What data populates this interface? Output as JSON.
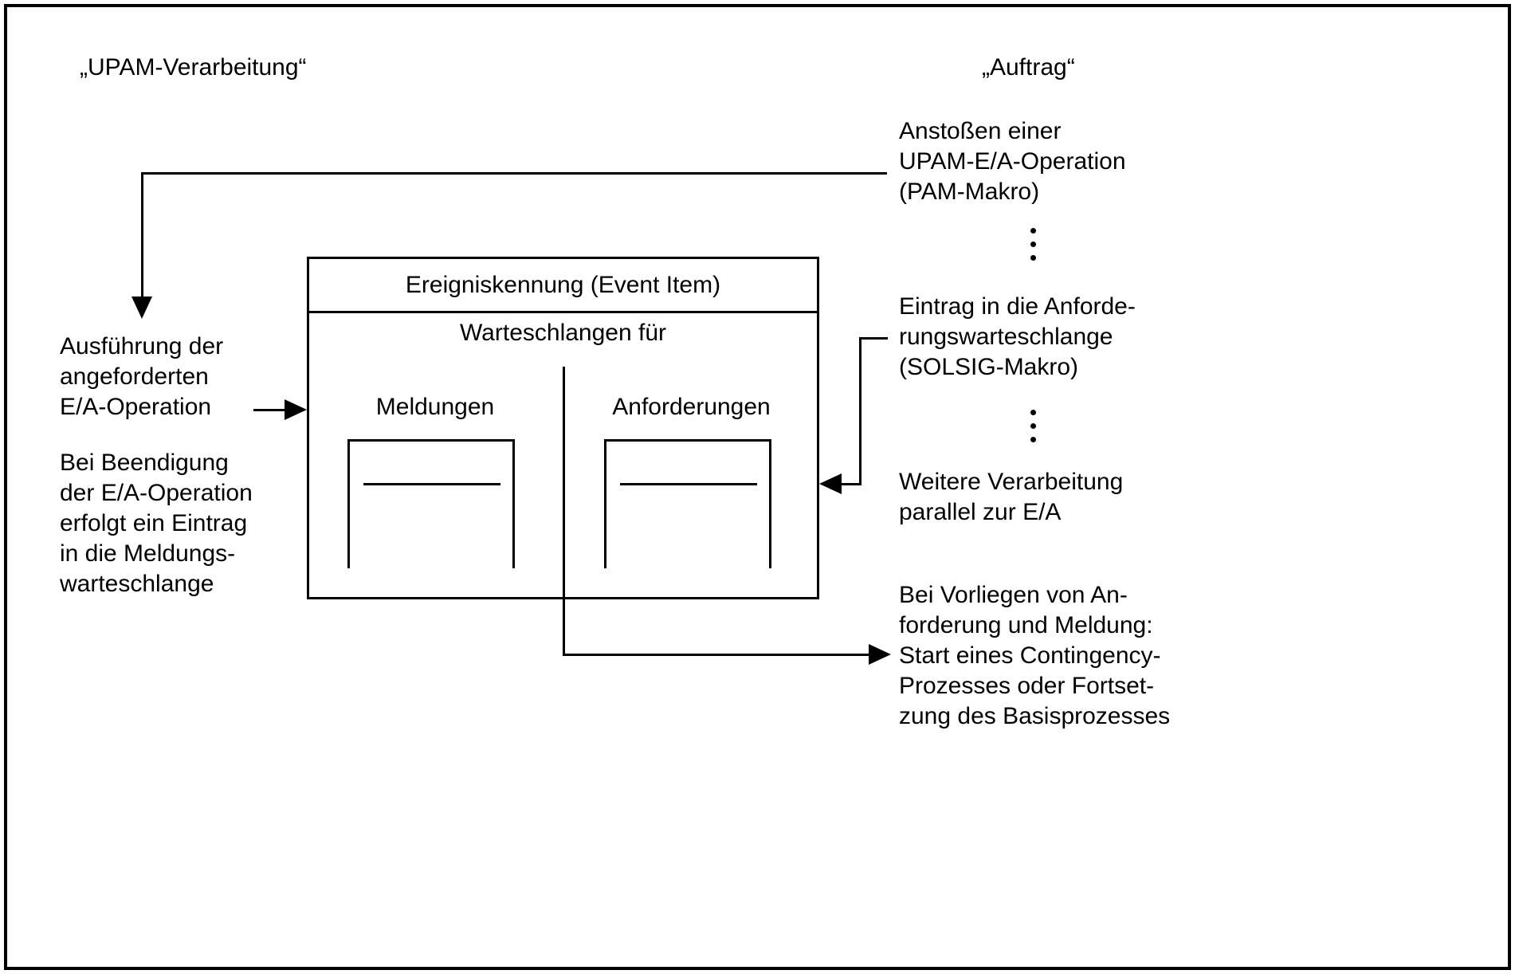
{
  "diagram": {
    "title_left": "„UPAM-Verarbeitung“",
    "title_right": "„Auftrag“",
    "left": {
      "execution": [
        "Ausführung der",
        "angeforderten",
        "E/A-Operation"
      ],
      "completion": [
        "Bei Beendigung",
        "der E/A-Operation",
        "erfolgt ein Eintrag",
        "in die Meldungs-",
        "warteschlange"
      ]
    },
    "right": {
      "trigger": [
        "Anstoßen einer",
        "UPAM-E/A-Operation",
        "(PAM-Makro)"
      ],
      "entry": [
        "Eintrag in die Anforde-",
        "rungswarteschlange",
        "(SOLSIG-Makro)"
      ],
      "parallel": [
        "Weitere Verarbeitung",
        "parallel zur E/A"
      ],
      "contingency": [
        "Bei Vorliegen von An-",
        "forderung und Meldung:",
        "Start eines Contingency-",
        "Prozesses oder Fortset-",
        "zung des Basisprozesses"
      ]
    },
    "event_box": {
      "header": "Ereigniskennung (Event Item)",
      "subtitle": "Warteschlangen für",
      "queue_left": "Meldungen",
      "queue_right": "Anforderungen"
    },
    "colors": {
      "ink": "#000000",
      "background": "#ffffff"
    }
  }
}
